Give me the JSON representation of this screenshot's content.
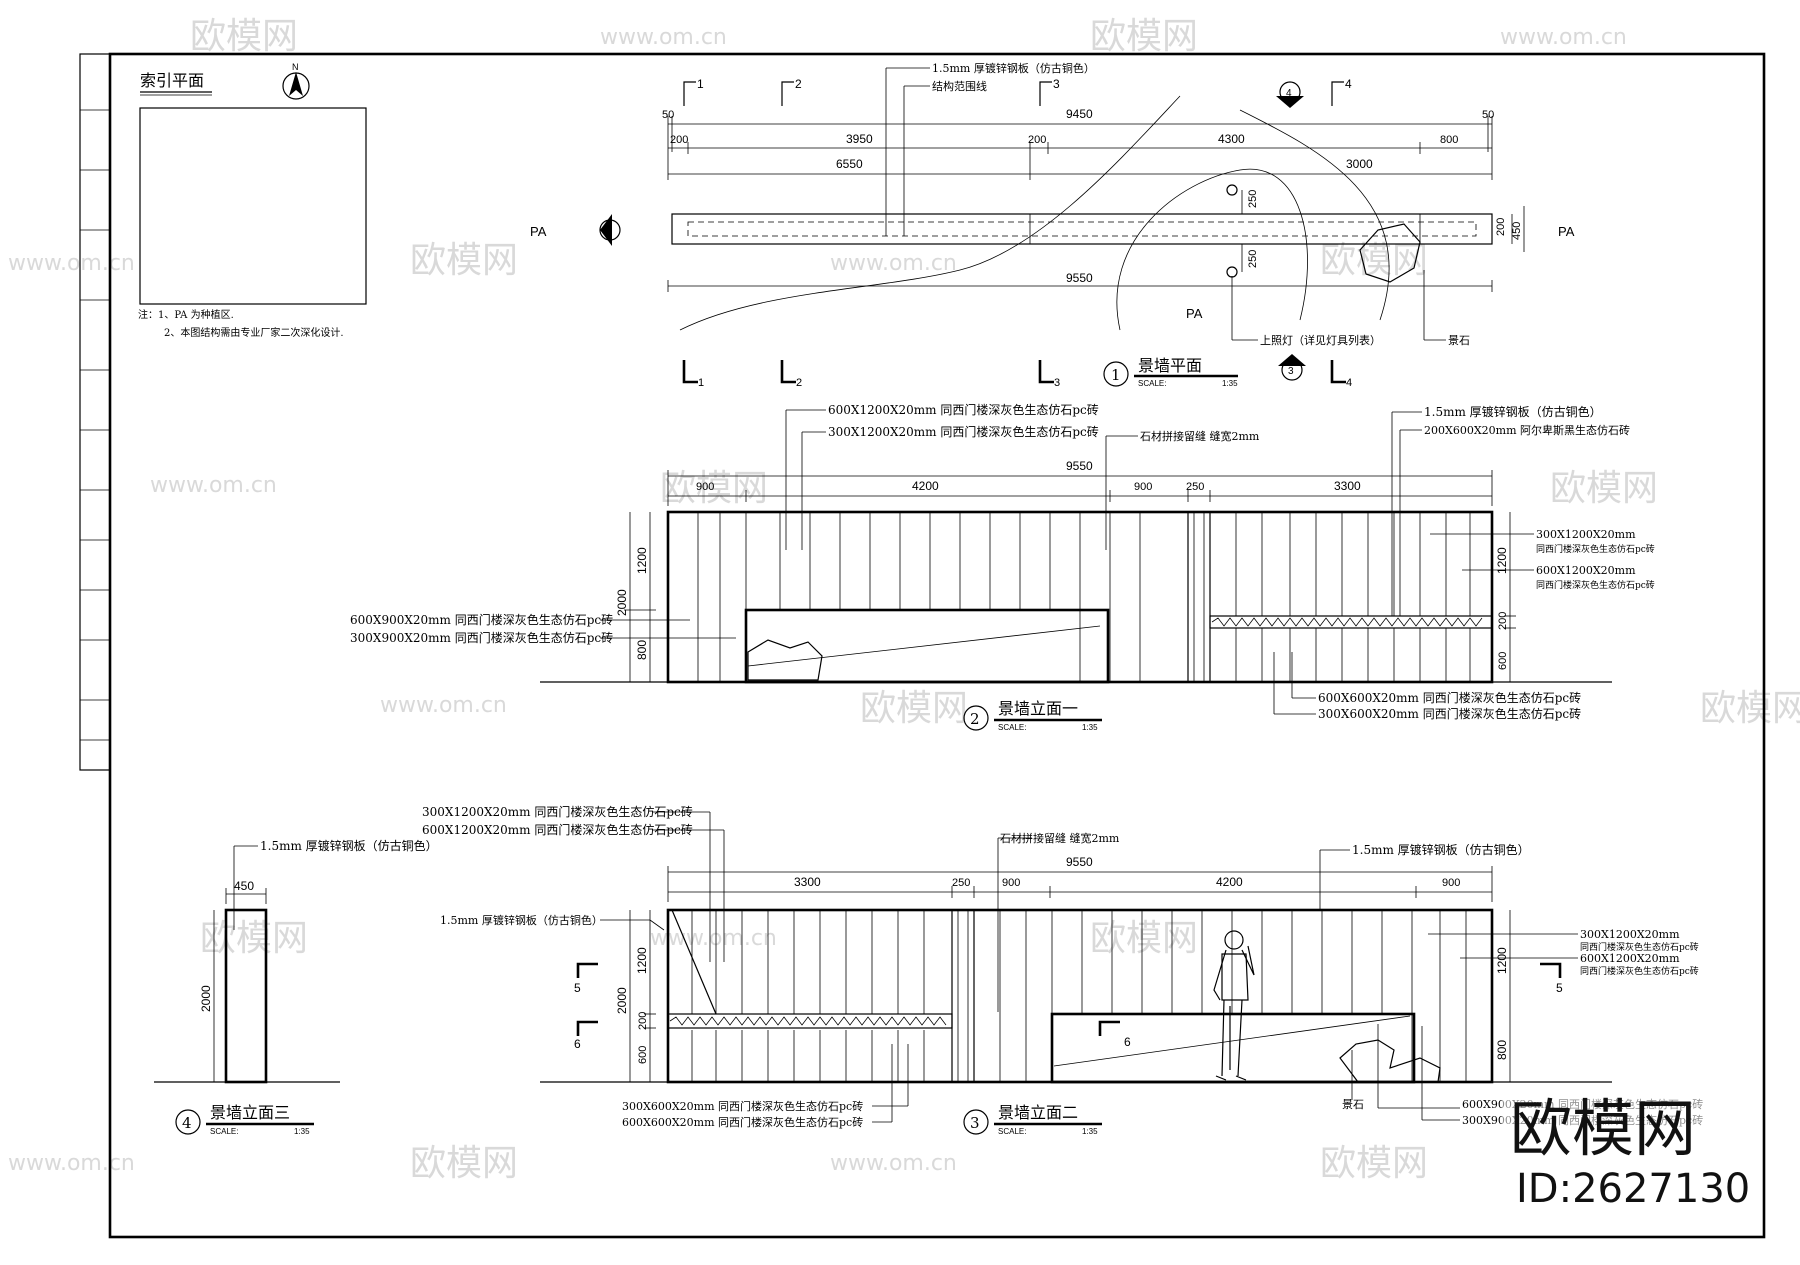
{
  "sheet": {
    "index_title": "索引平面",
    "north_label": "N",
    "notes": [
      "注：1、PA 为种植区.",
      "2、本图结构需由专业厂家二次深化设计."
    ]
  },
  "watermark": {
    "brand": "欧模网",
    "site": "www.om.cn",
    "id_text": "ID:2627130"
  },
  "plan": {
    "title": "景墙平面",
    "scale": "SCALE:",
    "scale_val": "1:35",
    "number": "1",
    "section_marks": [
      "1",
      "2",
      "3",
      "4"
    ],
    "dims_top": [
      "50",
      "9450",
      "50"
    ],
    "dims_row2": [
      "200",
      "3950",
      "200",
      "4300",
      "800"
    ],
    "dims_row3": [
      "6550",
      "3000"
    ],
    "dim_bottom": "9550",
    "dims_right": [
      "200",
      "450"
    ],
    "dims_light": [
      "250",
      "250"
    ],
    "pa_labels": [
      "PA",
      "PA",
      "PA"
    ],
    "callouts": [
      "1.5mm 厚镀锌钢板（仿古铜色）",
      "结构范围线",
      "上照灯（详见灯具列表）",
      "景石"
    ],
    "ref_marks": [
      "2",
      "3",
      "4"
    ]
  },
  "elev1": {
    "title": "景墙立面一",
    "scale": "SCALE:",
    "scale_val": "1:35",
    "number": "2",
    "dim_total": "9550",
    "dims": [
      "900",
      "4200",
      "900",
      "250",
      "3300"
    ],
    "dims_left": [
      "1200",
      "2000",
      "800"
    ],
    "dims_right": [
      "1200",
      "200",
      "600"
    ],
    "callouts_top": [
      "600X1200X20mm 同西门楼深灰色生态仿石pc砖",
      "300X1200X20mm 同西门楼深灰色生态仿石pc砖",
      "石材拼接留缝  缝宽2mm",
      "1.5mm 厚镀锌钢板（仿古铜色）",
      "200X600X20mm 阿尔卑斯黑生态仿石砖"
    ],
    "callouts_left": [
      "600X900X20mm 同西门楼深灰色生态仿石pc砖",
      "300X900X20mm 同西门楼深灰色生态仿石pc砖"
    ],
    "callouts_right": [
      "300X1200X20mm",
      "同西门楼深灰色生态仿石pc砖",
      "600X1200X20mm",
      "同西门楼深灰色生态仿石pc砖"
    ],
    "callouts_bottom": [
      "600X600X20mm 同西门楼深灰色生态仿石pc砖",
      "300X600X20mm 同西门楼深灰色生态仿石pc砖"
    ]
  },
  "elev2": {
    "title": "景墙立面二",
    "scale": "SCALE:",
    "scale_val": "1:35",
    "number": "3",
    "dim_total": "9550",
    "dims": [
      "3300",
      "250",
      "900",
      "4200",
      "900"
    ],
    "dims_left": [
      "1200",
      "2000",
      "200",
      "600"
    ],
    "dims_right": [
      "1200",
      "800"
    ],
    "section_marks": [
      "5",
      "6",
      "5",
      "6"
    ],
    "callouts_top": [
      "300X1200X20mm 同西门楼深灰色生态仿石pc砖",
      "600X1200X20mm 同西门楼深灰色生态仿石pc砖",
      "石材拼接留缝  缝宽2mm",
      "1.5mm 厚镀锌钢板（仿古铜色）",
      "1.5mm 厚镀锌钢板（仿古铜色）"
    ],
    "callouts_right": [
      "300X1200X20mm",
      "同西门楼深灰色生态仿石pc砖",
      "600X1200X20mm",
      "同西门楼深灰色生态仿石pc砖"
    ],
    "callouts_bottom": [
      "300X600X20mm 同西门楼深灰色生态仿石pc砖",
      "600X600X20mm 同西门楼深灰色生态仿石pc砖",
      "景石",
      "600X900X20mm 同西门楼深灰色生态仿石pc砖",
      "300X900X20mm 同西门楼深灰色生态仿石pc砖"
    ]
  },
  "elev3": {
    "title": "景墙立面三",
    "scale": "SCALE:",
    "scale_val": "1:35",
    "number": "4",
    "dim_width": "450",
    "dim_height": "2000",
    "callout": "1.5mm 厚镀锌钢板（仿古铜色）"
  }
}
